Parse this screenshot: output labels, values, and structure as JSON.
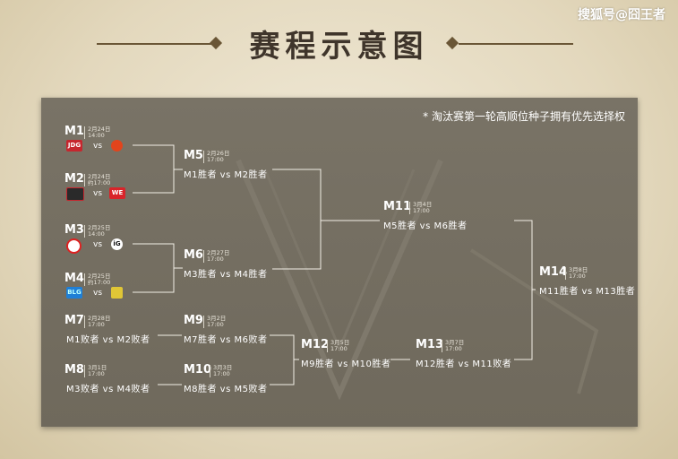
{
  "watermark": "搜狐号@囧王者",
  "title": "赛程示意图",
  "note": "* 淘汰赛第一轮高顺位种子拥有优先选择权",
  "matches": {
    "m1": {
      "id": "M1",
      "date": "2月24日",
      "time": "14:00",
      "vs": "vs"
    },
    "m2": {
      "id": "M2",
      "date": "2月24日",
      "time": "约17:00",
      "vs": "vs"
    },
    "m3": {
      "id": "M3",
      "date": "2月25日",
      "time": "14:00",
      "vs": "vs"
    },
    "m4": {
      "id": "M4",
      "date": "2月25日",
      "time": "约17:00",
      "vs": "vs"
    },
    "m5": {
      "id": "M5",
      "date": "2月26日",
      "time": "17:00",
      "vs": "M1胜者 vs M2胜者"
    },
    "m6": {
      "id": "M6",
      "date": "2月27日",
      "time": "17:00",
      "vs": "M3胜者 vs M4胜者"
    },
    "m7": {
      "id": "M7",
      "date": "2月28日",
      "time": "17:00",
      "vs": "M1败者 vs M2败者"
    },
    "m8": {
      "id": "M8",
      "date": "3月1日",
      "time": "17:00",
      "vs": "M3败者 vs M4败者"
    },
    "m9": {
      "id": "M9",
      "date": "3月2日",
      "time": "17:00",
      "vs": "M7胜者 vs M6败者"
    },
    "m10": {
      "id": "M10",
      "date": "3月3日",
      "time": "17:00",
      "vs": "M8胜者 vs M5败者"
    },
    "m11": {
      "id": "M11",
      "date": "3月4日",
      "time": "17:00",
      "vs": "M5胜者 vs M6胜者"
    },
    "m12": {
      "id": "M12",
      "date": "3月5日",
      "time": "17:00",
      "vs": "M9胜者 vs M10胜者"
    },
    "m13": {
      "id": "M13",
      "date": "3月7日",
      "time": "17:00",
      "vs": "M12胜者 vs M11败者"
    },
    "m14": {
      "id": "M14",
      "date": "3月8日",
      "time": "17:00",
      "vs": "M11胜者 vs M13胜者"
    }
  },
  "logos": {
    "m1a": "JDG",
    "m1b": "",
    "m2a": "",
    "m2b": "WE",
    "m3a": "",
    "m3b": "iG",
    "m4a": "BLG",
    "m4b": ""
  },
  "colors": {
    "line": "#f2efe6",
    "panel": "#757064",
    "title": "#3f352b",
    "ornament": "#6a5636"
  }
}
